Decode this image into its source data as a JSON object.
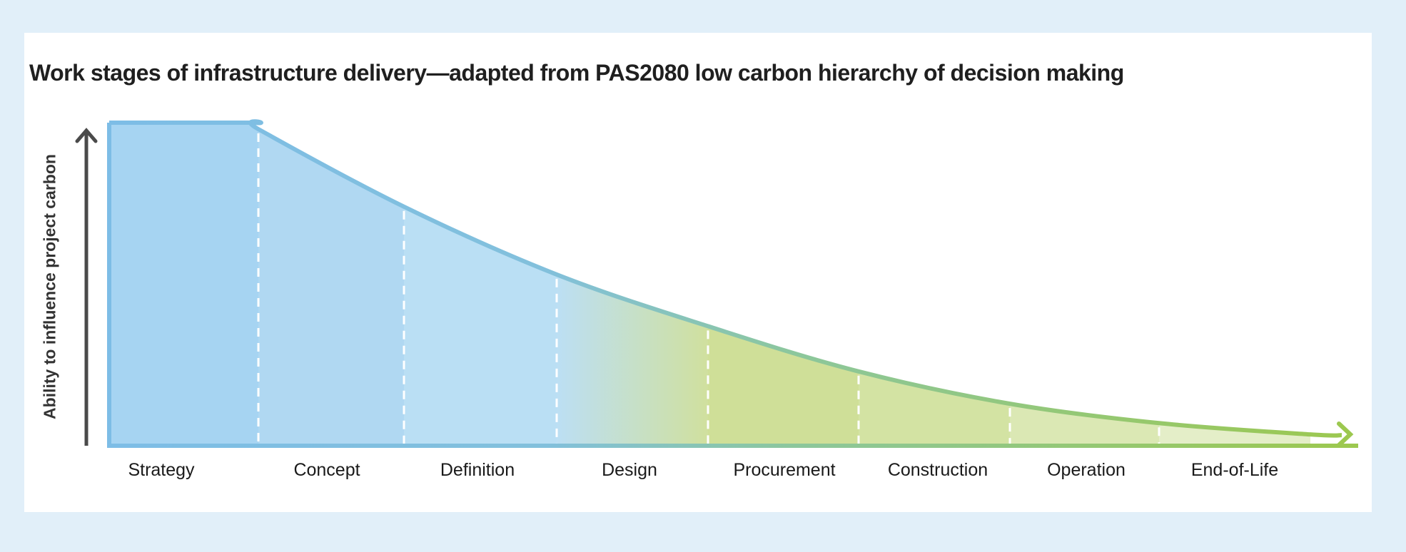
{
  "chart_data": {
    "type": "area",
    "title": "Work stages of infrastructure delivery—adapted from PAS2080 low carbon hierarchy of decision making",
    "ylabel": "Ability to influence project carbon",
    "xlabel": "",
    "categories": [
      "Strategy",
      "Concept",
      "Definition",
      "Design",
      "Procurement",
      "Construction",
      "Operation",
      "End-of-Life"
    ],
    "influence_at_stage_start": [
      1.0,
      0.98,
      0.74,
      0.53,
      0.37,
      0.23,
      0.13,
      0.07
    ],
    "influence_at_end": 0.035,
    "ylim": [
      0,
      1
    ],
    "grid": false,
    "segment_colors": [
      "#a6d4f2",
      "#b0d8f2",
      "#badff4",
      "#c6e0d0",
      "#cfdf98",
      "#d3e3a3",
      "#dbe8b4",
      "#e4eec8"
    ],
    "colors": {
      "blue": "#7dbde6",
      "green": "#9cc84f",
      "axis": "#4a4a4a"
    }
  }
}
